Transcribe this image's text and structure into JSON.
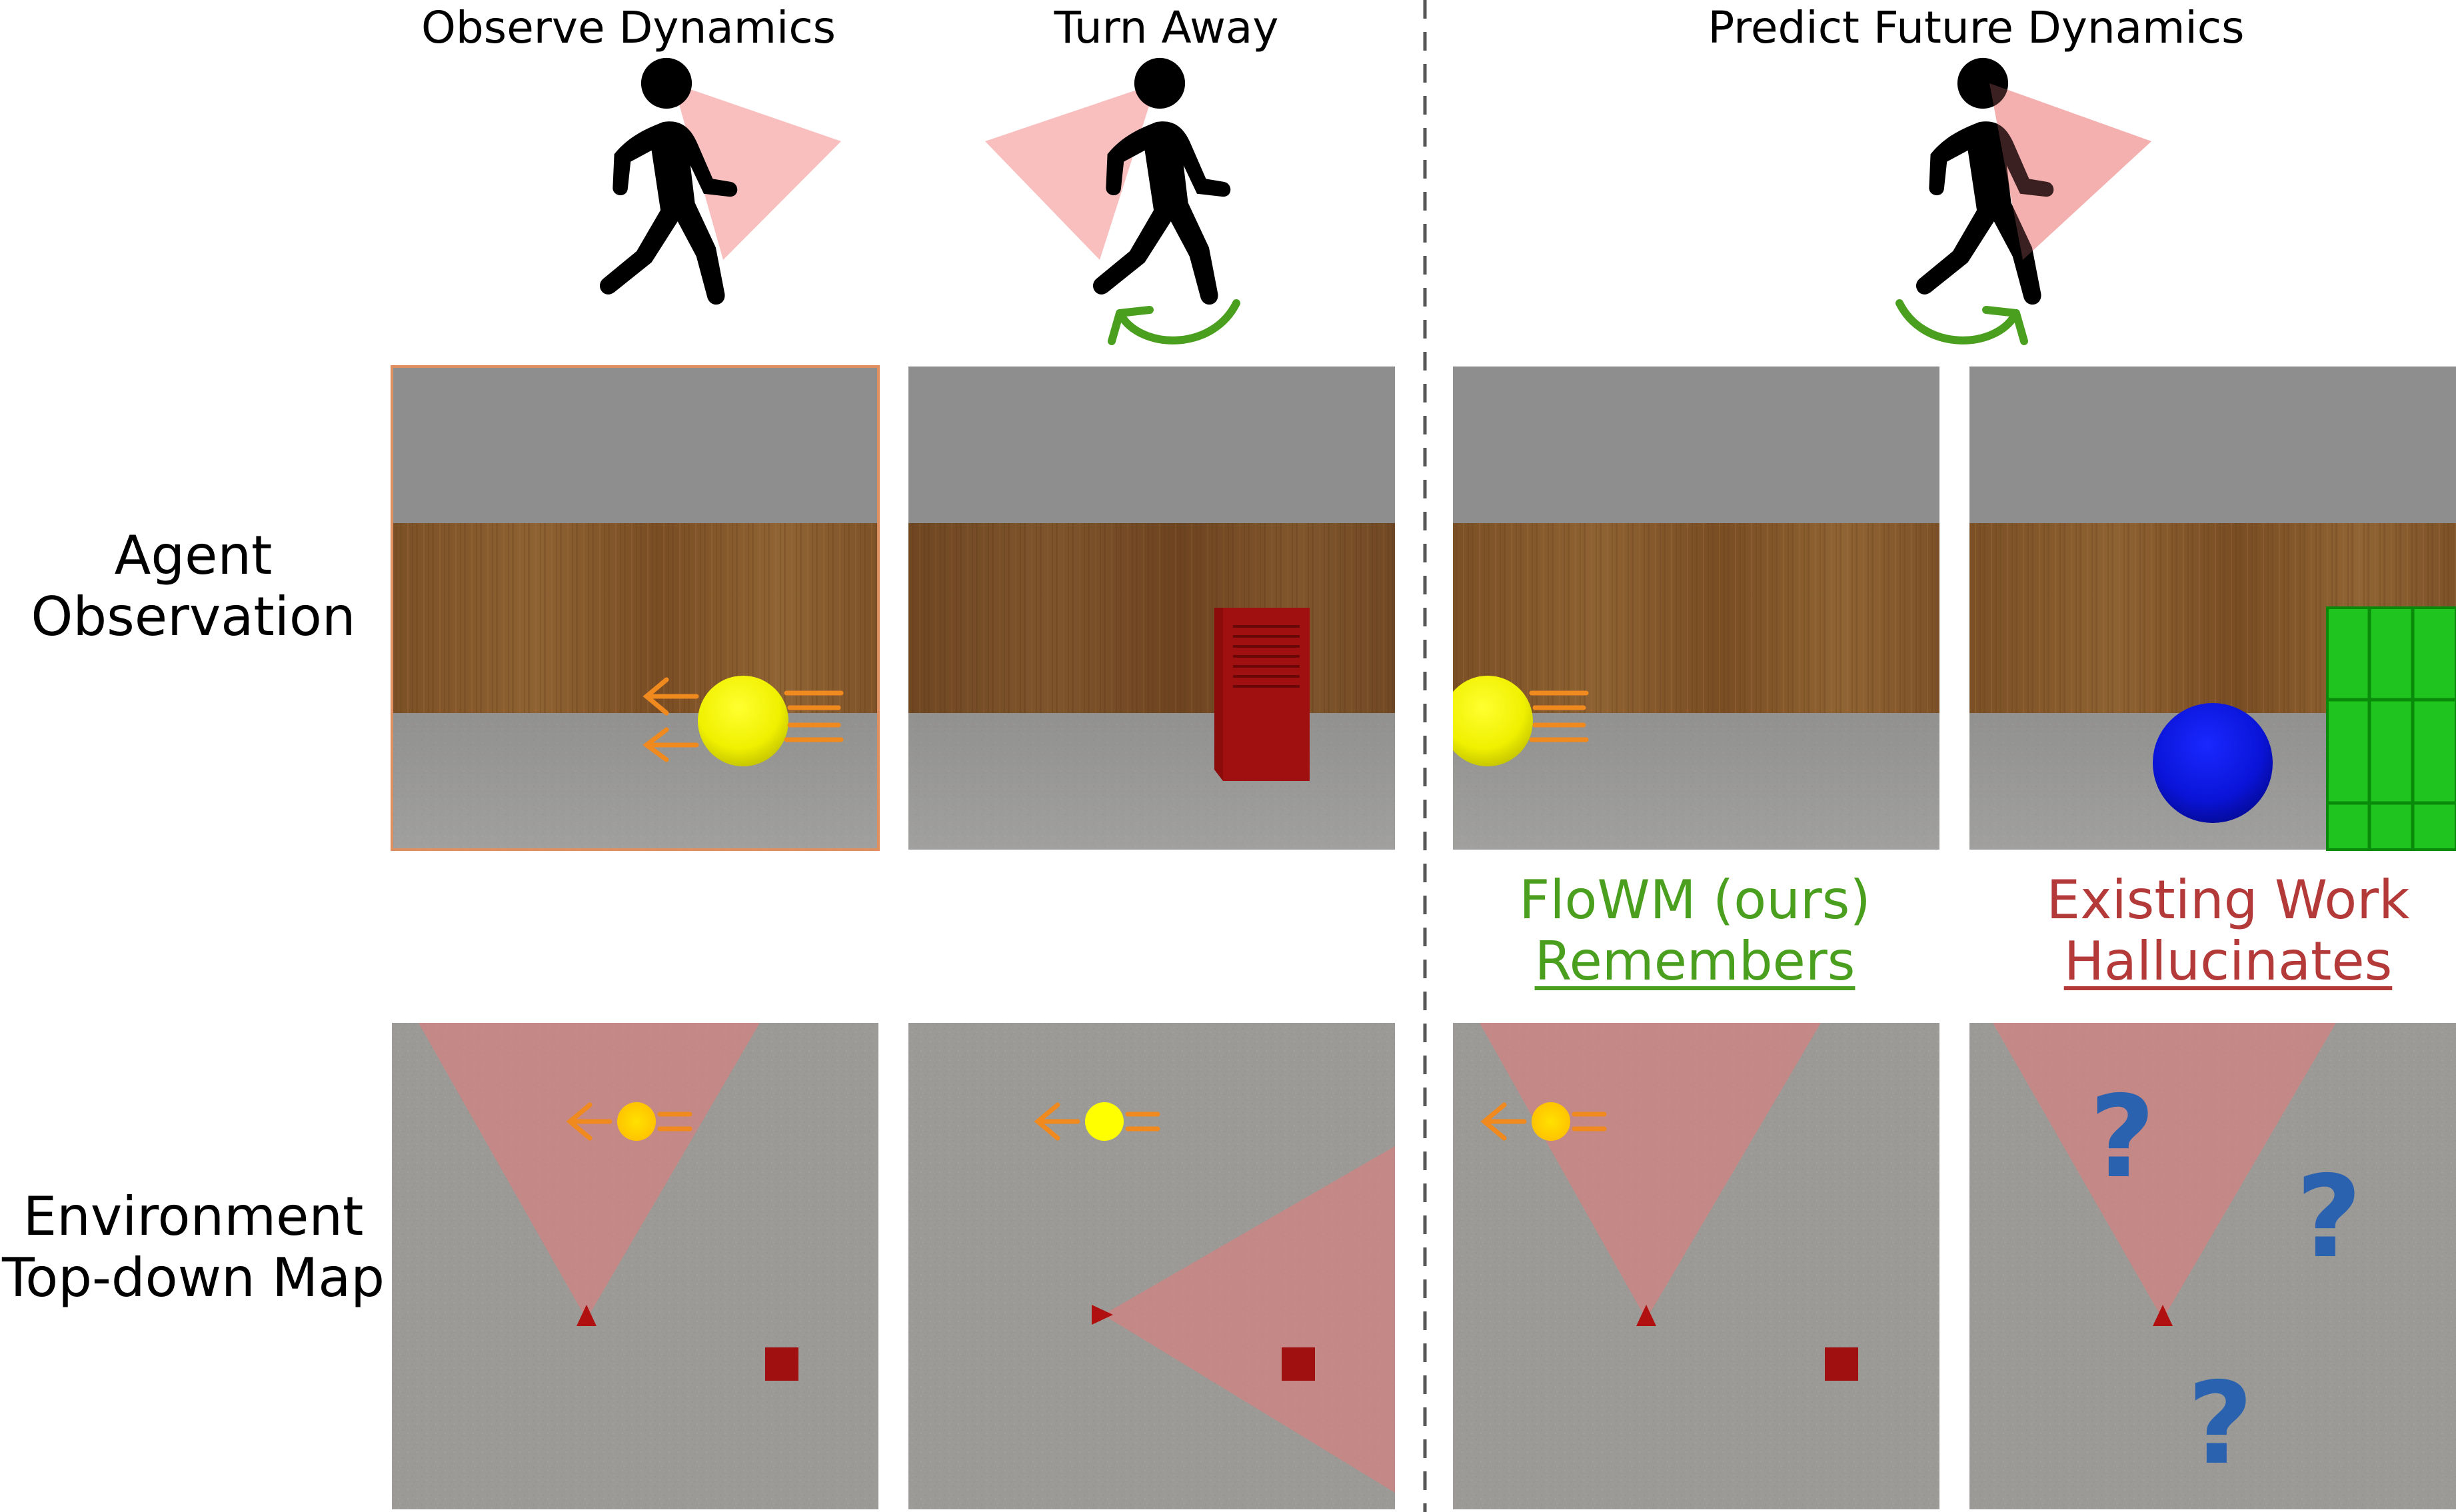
{
  "columns": [
    {
      "title": "Observe Dynamics"
    },
    {
      "title": "Turn Away"
    },
    {
      "title": "Predict Future Dynamics"
    }
  ],
  "rows": {
    "observation": {
      "line1": "Agent",
      "line2": "Observation"
    },
    "map": {
      "line1": "Environment",
      "line2": "Top-down Map"
    }
  },
  "methods": {
    "ours": {
      "line1": "FloWM (ours)",
      "line2": "Remembers",
      "color": "#4a9f1f"
    },
    "existing": {
      "line1": "Existing Work",
      "line2": "Hallucinates",
      "color": "#b43a3a"
    }
  },
  "question_mark": "?",
  "icons": [
    "walking-person-icon",
    "field-of-view-cone",
    "turn-arrow-icon",
    "motion-arrow-icon",
    "question-icon"
  ],
  "colors": {
    "fov": "#f7b9b9",
    "wall": "#8a5a2b",
    "ceiling": "#8e8e8e",
    "floor": "#9a9a9a",
    "ball_yellow": "#f2f200",
    "ball_blue": "#0a14d8",
    "box_red": "#a11010",
    "box_green": "#1fc41f",
    "arrow_orange": "#f08a1e",
    "turn_green": "#4a9f1f",
    "question_blue": "#2a62b0"
  }
}
